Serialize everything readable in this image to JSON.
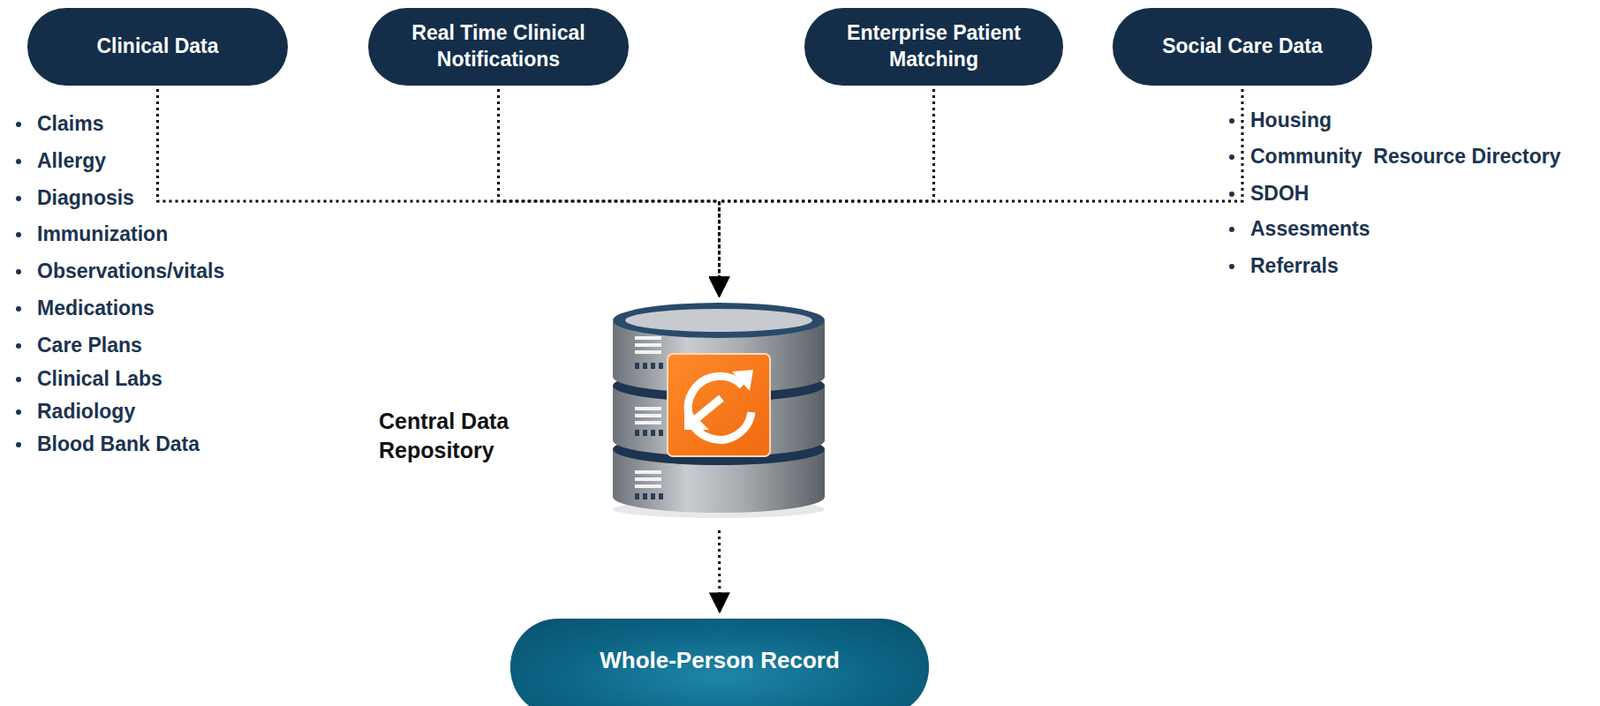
{
  "diagram": {
    "nodes": [
      {
        "text": [
          "Clinical Data"
        ]
      },
      {
        "text": [
          "Real Time Clinical Notifications"
        ]
      },
      {
        "text": [
          "Enterprise Patient Matching"
        ]
      },
      {
        "text": [
          "Social Care Data"
        ]
      },
      {
        "text": [
          "Central Data Repository"
        ]
      },
      {
        "text": [
          "Whole-Person Record"
        ]
      }
    ],
    "edges": [
      {
        "from": 0,
        "to": 4,
        "arrow": "to"
      },
      {
        "from": 1,
        "to": 4,
        "arrow": "to"
      },
      {
        "from": 2,
        "to": 4,
        "arrow": "to"
      },
      {
        "from": 3,
        "to": 4,
        "arrow": "to"
      },
      {
        "from": 4,
        "to": 5,
        "arrow": "to"
      }
    ],
    "labels": [
      "Claims",
      "Allergy",
      "Diagnosis",
      "Immunization",
      "Observations/vitals",
      "Medications",
      "Care Plans",
      "Clinical Labs",
      "Radiology",
      "Blood Bank Data",
      "Housing",
      "Community  Resource Directory",
      "SDOH",
      "Assesments",
      "Referrals"
    ]
  }
}
